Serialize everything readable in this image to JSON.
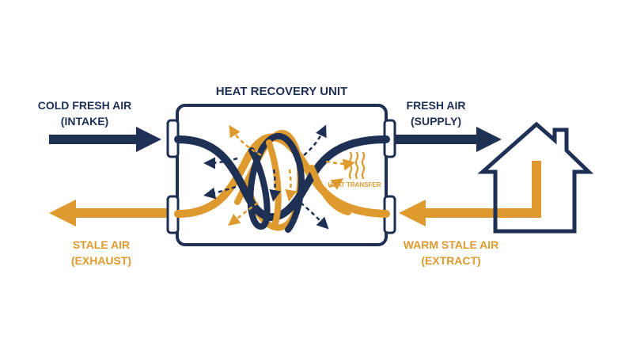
{
  "colors": {
    "navy": "#1f3055",
    "orange": "#de9a2e",
    "background": "#ffffff"
  },
  "labels": {
    "title": "HEAT RECOVERY UNIT",
    "cold_fresh_air": "COLD FRESH AIR",
    "intake": "(INTAKE)",
    "fresh_air": "FRESH AIR",
    "supply": "(SUPPLY)",
    "stale_air": "STALE AIR",
    "exhaust": "(EXHAUST)",
    "warm_stale_air": "WARM STALE AIR",
    "extract": "(EXTRACT)",
    "heat_transfer": "HEAT TRANSFER"
  },
  "icons": {
    "house": "house-icon",
    "heat": "heat-waves-icon"
  }
}
